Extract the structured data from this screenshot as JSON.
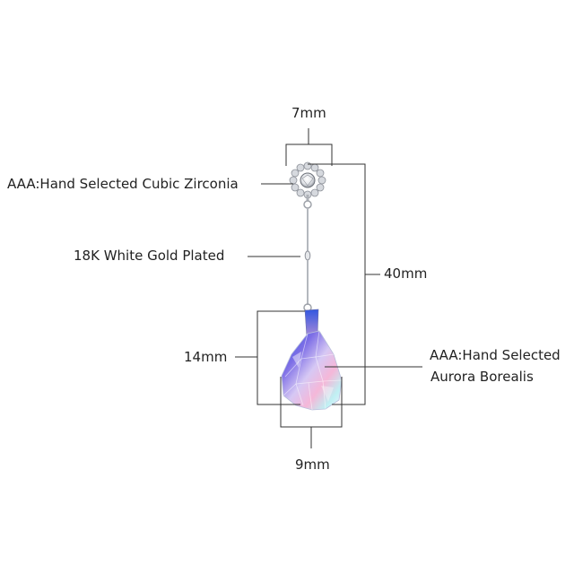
{
  "dimensions": {
    "top_width": "7mm",
    "total_length": "40mm",
    "crystal_height": "14mm",
    "crystal_width": "9mm"
  },
  "features": {
    "stone": "AAA:Hand Selected Cubic Zirconia",
    "plating": "18K White Gold Plated",
    "crystal_line1": "AAA:Hand Selected",
    "crystal_line2": "Aurora Borealis"
  },
  "colors": {
    "line": "#333333",
    "metal": "#c4c7cc",
    "crystal_blue": "#4a7cf0",
    "crystal_purple": "#a07adc",
    "crystal_pink": "#f2b8dc",
    "crystal_cyan": "#9fe7f0"
  }
}
